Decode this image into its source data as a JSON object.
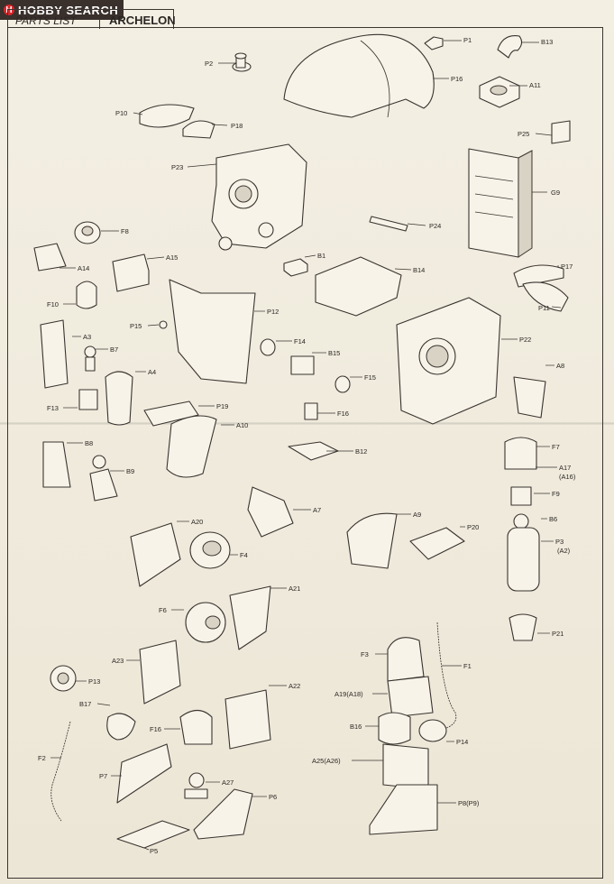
{
  "header": {
    "logo_text": "HOBBY SEARCH",
    "logo_mark": "H",
    "tab_parts_list": "PARTS LIST",
    "tab_model_name": "ARCHELON"
  },
  "parts": [
    "P1",
    "B13",
    "P2",
    "P16",
    "A11",
    "P10",
    "P18",
    "P25",
    "P23",
    "G9",
    "P24",
    "F8",
    "A15",
    "A14",
    "B1",
    "B14",
    "P17",
    "F10",
    "P11",
    "P15",
    "P12",
    "A3",
    "B7",
    "F14",
    "P22",
    "B15",
    "A4",
    "F15",
    "A8",
    "F13",
    "F16",
    "P19",
    "A10",
    "B8",
    "B12",
    "F7",
    "B9",
    "A17",
    "(A16)",
    "F9",
    "A7",
    "A9",
    "B6",
    "A20",
    "P20",
    "P3",
    "(A2)",
    "F4",
    "A21",
    "F6",
    "P21",
    "F3",
    "F1",
    "A23",
    "P13",
    "A22",
    "A19(A18)",
    "B17",
    "F16",
    "B16",
    "P14",
    "F2",
    "A25(A26)",
    "P7",
    "A27",
    "P6",
    "P8(P9)",
    "P5"
  ]
}
